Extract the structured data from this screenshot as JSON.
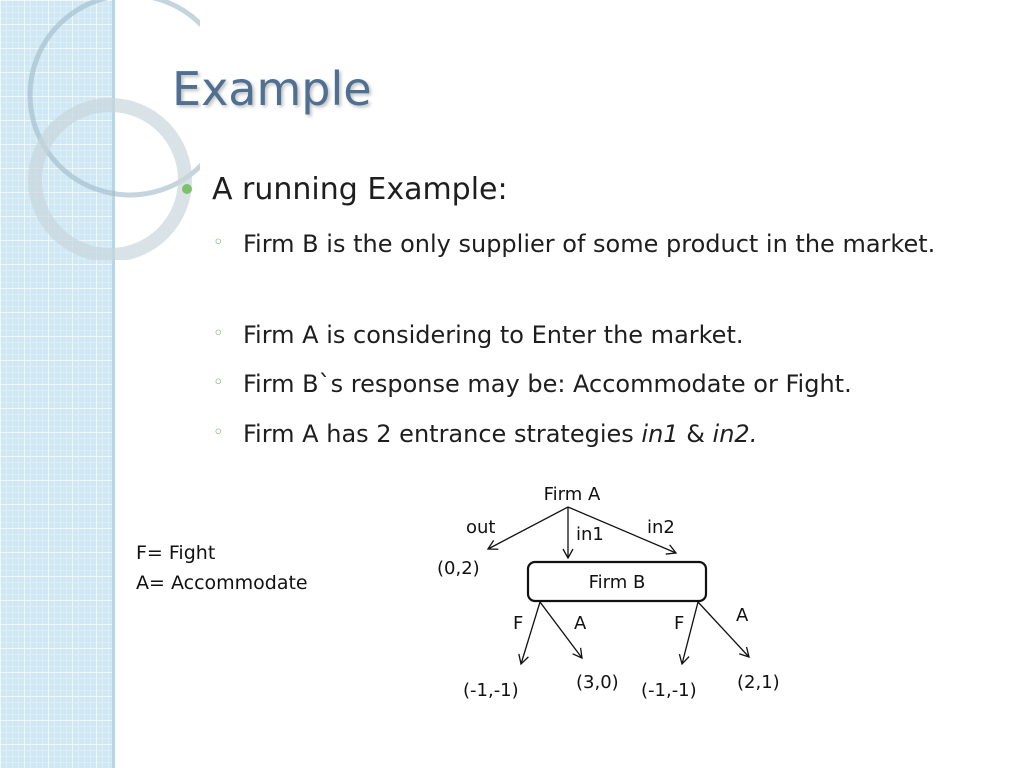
{
  "slide": {
    "title": "Example",
    "bullet": "A running Example:",
    "sub_bullets": [
      "Firm B is the only supplier of some product in the market.",
      "Firm A is considering to Enter the market.",
      "Firm B`s response may be: Accommodate or Fight."
    ],
    "last_bullet": {
      "prefix": "Firm A has 2 entrance strategies ",
      "s1": "in1",
      "mid": " & ",
      "s2": "in2",
      "suffix": "."
    }
  },
  "legend": {
    "line1": "F= Fight",
    "line2": "A= Accommodate"
  },
  "tree": {
    "root": "Firm A",
    "node_b": "Firm B",
    "edge_out": "out",
    "edge_in1": "in1",
    "edge_in2": "in2",
    "payoff_out": "(0,2)",
    "left_f": "F",
    "left_a": "A",
    "right_f": "F",
    "right_a": "A",
    "payoff_1": "(-1,-1)",
    "payoff_2": "(3,0)",
    "payoff_3": "(-1,-1)",
    "payoff_4": "(2,1)"
  },
  "colors": {
    "title": "#4f6f93",
    "bullet_dot": "#7cc16b",
    "sidebar": "#cfe8f4"
  }
}
